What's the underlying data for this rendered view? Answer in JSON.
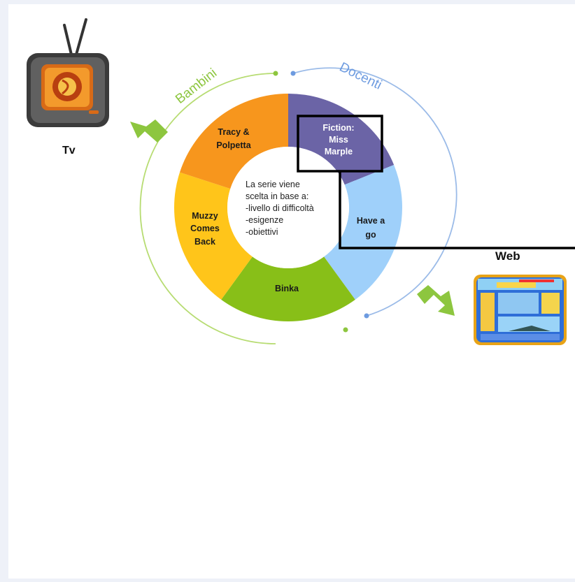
{
  "arcs": {
    "left_label": "Bambini",
    "right_label": "Docenti",
    "left_color": "#8dc63f",
    "right_color": "#6d9be0"
  },
  "center_text": [
    "La serie viene",
    "scelta in base a:",
    "-livello di difficoltà",
    "-esigenze",
    "-obiettivi"
  ],
  "segments": [
    {
      "id": "fiction",
      "lines": [
        "Fiction:",
        "Miss",
        "Marple"
      ],
      "color": "#6b64a6",
      "text_color": "#ffffff"
    },
    {
      "id": "have-a-go",
      "lines": [
        "Have a",
        "go"
      ],
      "color": "#9fd0fa",
      "text_color": "#1a1a1a"
    },
    {
      "id": "binka",
      "lines": [
        "Binka"
      ],
      "color": "#88bf18",
      "text_color": "#1a1a1a"
    },
    {
      "id": "muzzy",
      "lines": [
        "Muzzy",
        "Comes",
        "Back"
      ],
      "color": "#ffc51a",
      "text_color": "#1a1a1a"
    },
    {
      "id": "tracy",
      "lines": [
        "Tracy &",
        "Polpetta"
      ],
      "color": "#f7961d",
      "text_color": "#1a1a1a"
    }
  ],
  "outputs": {
    "tv_label": "Tv",
    "web_label": "Web",
    "arrow_color": "#8dc63f"
  }
}
